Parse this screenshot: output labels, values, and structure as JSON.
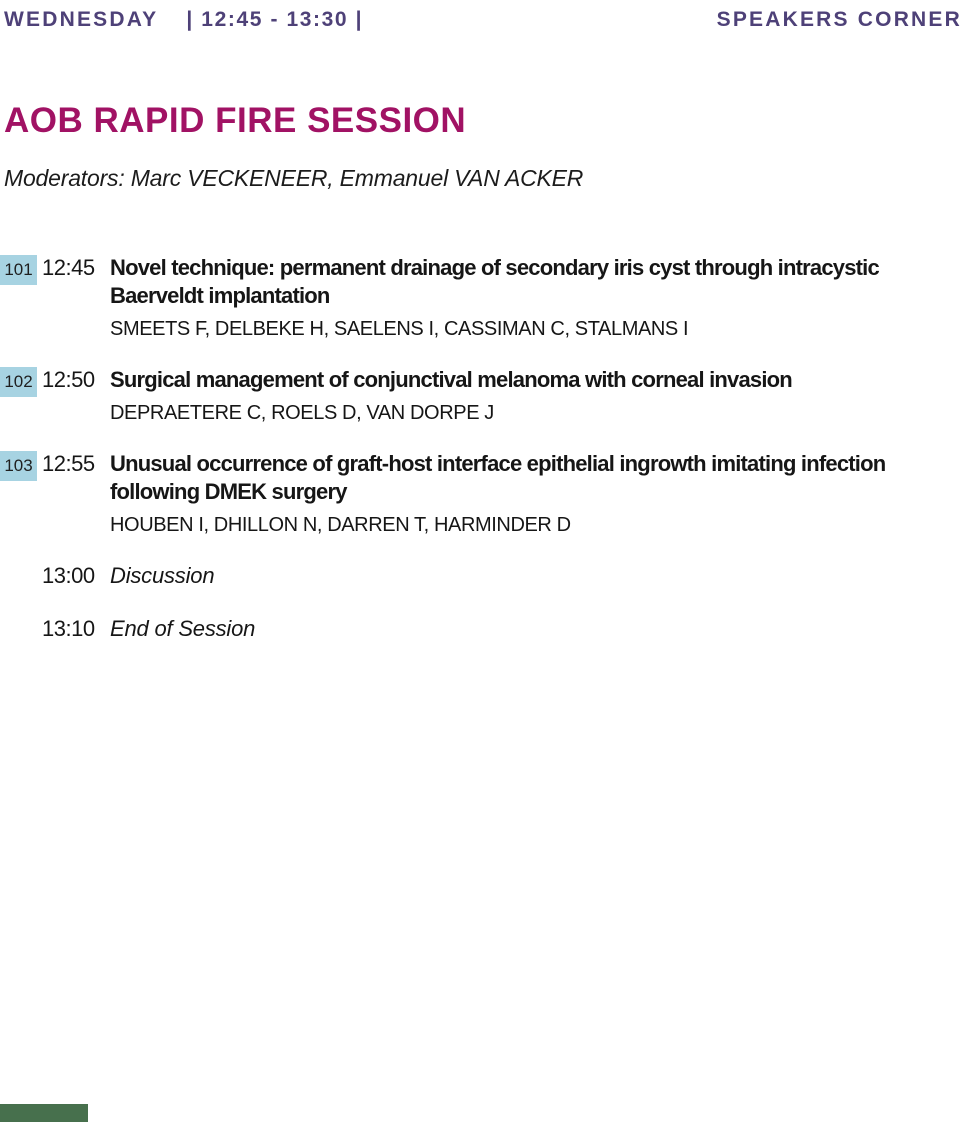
{
  "header": {
    "day": "WEDNESDAY",
    "time_range": "| 12:45 - 13:30 |",
    "location": "SPEAKERS CORNER"
  },
  "session": {
    "title": "AOB RAPID FIRE SESSION",
    "moderators": "Moderators: Marc VECKENEER, Emmanuel VAN ACKER"
  },
  "items": [
    {
      "badge": "101",
      "time": "12:45",
      "title": "Novel technique: permanent drainage of secondary iris cyst through intracystic Baerveldt implantation",
      "authors": "SMEETS F, DELBEKE H, SAELENS I, CASSIMAN C, STALMANS I"
    },
    {
      "badge": "102",
      "time": "12:50",
      "title": "Surgical management of conjunctival melanoma with corneal invasion",
      "authors": "DEPRAETERE C, ROELS D, VAN DORPE J"
    },
    {
      "badge": "103",
      "time": "12:55",
      "title": "Unusual occurrence of graft-host interface epithelial ingrowth imitating infection following DMEK surgery",
      "authors": "HOUBEN I, DHILLON N, DARREN T, HARMINDER D"
    },
    {
      "badge": "",
      "time": "13:00",
      "title": "Discussion",
      "authors": ""
    },
    {
      "badge": "",
      "time": "13:10",
      "title": "End of Session",
      "authors": ""
    }
  ],
  "colors": {
    "header_purple": "#4e4178",
    "title_magenta": "#a11264",
    "badge_blue": "#a7d3e2",
    "text_dark": "#161616",
    "accent_green": "#47704d"
  }
}
